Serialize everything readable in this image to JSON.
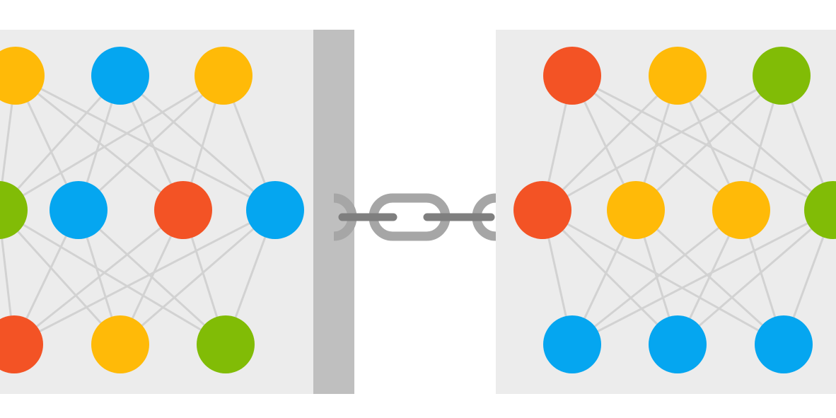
{
  "colors": {
    "background": "#ffffff",
    "panel": "#ececec",
    "wall": "#bfbfbf",
    "edge": "#d2d2d2",
    "chain_link": "#a6a6a6",
    "chain_bar": "#7f7f7f",
    "orange": "#f35325",
    "yellow": "#ffba08",
    "blue": "#05a6f0",
    "green": "#81bc06"
  },
  "networks": [
    {
      "name": "left-network",
      "layers": [
        [
          "yellow",
          "blue",
          "yellow"
        ],
        [
          "green",
          "blue",
          "orange",
          "blue"
        ],
        [
          "orange",
          "yellow",
          "green"
        ]
      ]
    },
    {
      "name": "right-network",
      "layers": [
        [
          "orange",
          "yellow",
          "green"
        ],
        [
          "orange",
          "yellow",
          "yellow",
          "green"
        ],
        [
          "blue",
          "blue",
          "blue"
        ]
      ]
    }
  ],
  "icons": {
    "wall": "wall-icon",
    "chain": "chain-link-icon"
  }
}
